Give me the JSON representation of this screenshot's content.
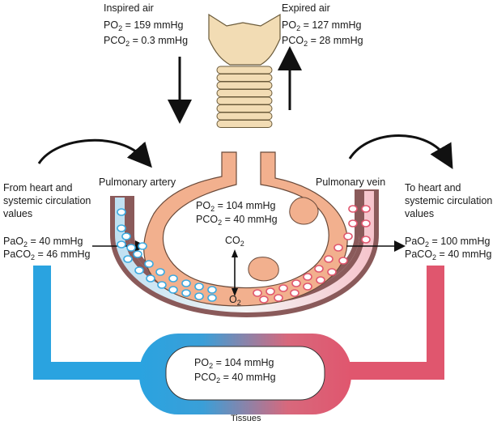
{
  "inspired": {
    "title": "Inspired air",
    "po2": "= 159 mmHg",
    "pco2": "= 0.3 mmHg"
  },
  "expired": {
    "title": "Expired air",
    "po2": "= 127 mmHg",
    "pco2": "= 28 mmHg"
  },
  "alveolus": {
    "po2": "= 104 mmHg",
    "pco2": "= 40 mmHg",
    "co2_label": "CO",
    "co2_sub": "2",
    "o2_label": "O",
    "o2_sub": "2"
  },
  "left": {
    "line1": "From heart and",
    "line2": "systemic circulation",
    "line3": "values",
    "pao2": "= 40 mmHg",
    "paco2": "= 46 mmHg"
  },
  "right": {
    "line1": "To heart and",
    "line2": "systemic circulation",
    "line3": "values",
    "pao2": "= 100 mmHg",
    "paco2": "= 40 mmHg"
  },
  "pulmonary_artery": "Pulmonary artery",
  "pulmonary_vein": "Pulmonary vein",
  "tissues": {
    "label": "Tissues",
    "po2": "= 104 mmHg",
    "pco2": "= 40 mmHg"
  },
  "symbols": {
    "p": "P",
    "o": "O",
    "co": "CO",
    "pa": "Pa",
    "two": "2"
  },
  "colors": {
    "venous_blue": "#3aa9e0",
    "arterial_red": "#e0566e",
    "vessel_outline": "#7a4a4a",
    "trachea": "#f2dcb4",
    "airway": "#f2b08e"
  }
}
